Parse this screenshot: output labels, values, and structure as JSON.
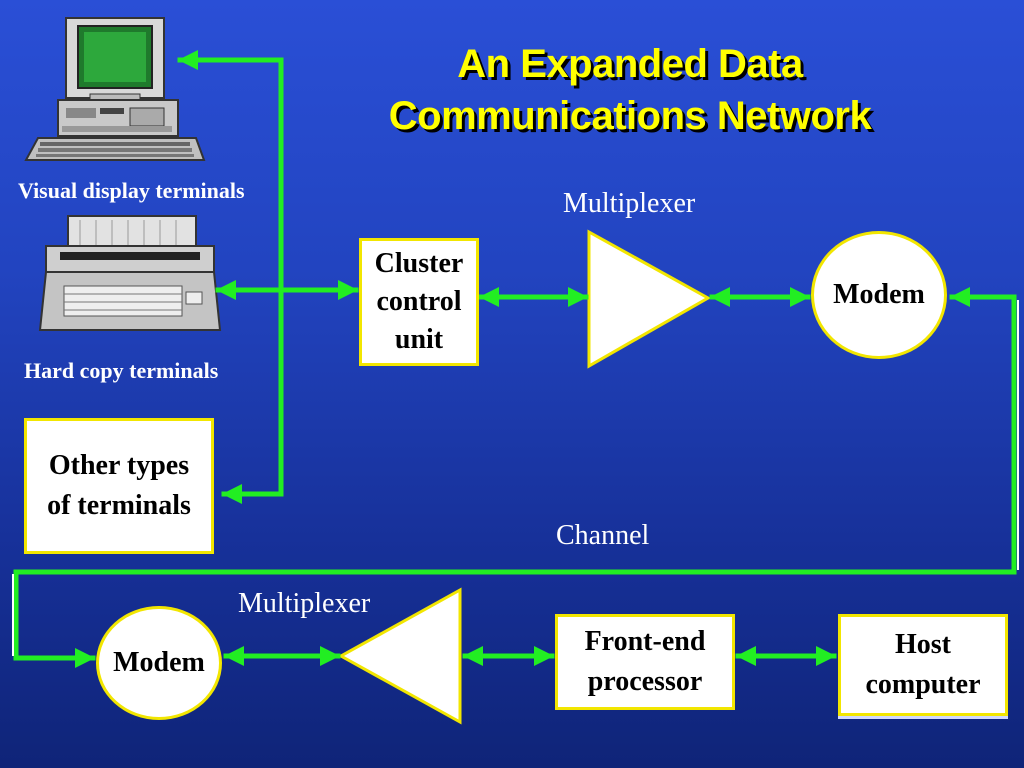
{
  "title": "An Expanded Data Communications Network",
  "labels": {
    "visual_display": "Visual display terminals",
    "hard_copy": "Hard copy terminals",
    "multiplexer_top": "Multiplexer",
    "multiplexer_bottom": "Multiplexer",
    "channel": "Channel"
  },
  "nodes": {
    "other_terminals": "Other types of terminals",
    "cluster_control_unit": "Cluster control unit",
    "modem_top": "Modem",
    "modem_bottom": "Modem",
    "front_end_processor": "Front-end processor",
    "host_computer": "Host computer"
  },
  "colors": {
    "background": "#2244c0",
    "title": "#ffff00",
    "arrow": "#22ee22",
    "node_border": "#f2e600"
  },
  "icons": {
    "computer": "computer-terminal-icon",
    "printer": "printer-terminal-icon"
  }
}
